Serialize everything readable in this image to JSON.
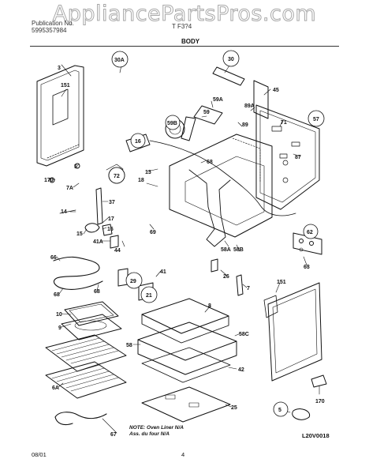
{
  "watermark": "AppliancePartsPros.com",
  "header": {
    "line1": "Publication No.",
    "line2": "5995357984",
    "model": "T F3?4",
    "section": "BODY"
  },
  "footer": {
    "note_line1": "NOTE: Oven Liner N/A",
    "note_line2": "Ass. du four N/A",
    "diagram_code": "L20V0018",
    "date": "08/01",
    "page_number": "4"
  },
  "part_labels": [
    "3",
    "151",
    "30A",
    "30",
    "45",
    "59A",
    "89A",
    "59",
    "89",
    "71",
    "59B",
    "57",
    "87",
    "16",
    "68",
    "72",
    "13",
    "18",
    "5",
    "170",
    "7A",
    "37",
    "14",
    "17",
    "15",
    "16",
    "41A",
    "44",
    "69",
    "58A",
    "58B",
    "62",
    "63",
    "66",
    "68",
    "68",
    "26",
    "29",
    "41",
    "21",
    "7",
    "151",
    "10",
    "8",
    "9",
    "58",
    "58C",
    "42",
    "6A",
    "25",
    "67",
    "5",
    "170"
  ]
}
